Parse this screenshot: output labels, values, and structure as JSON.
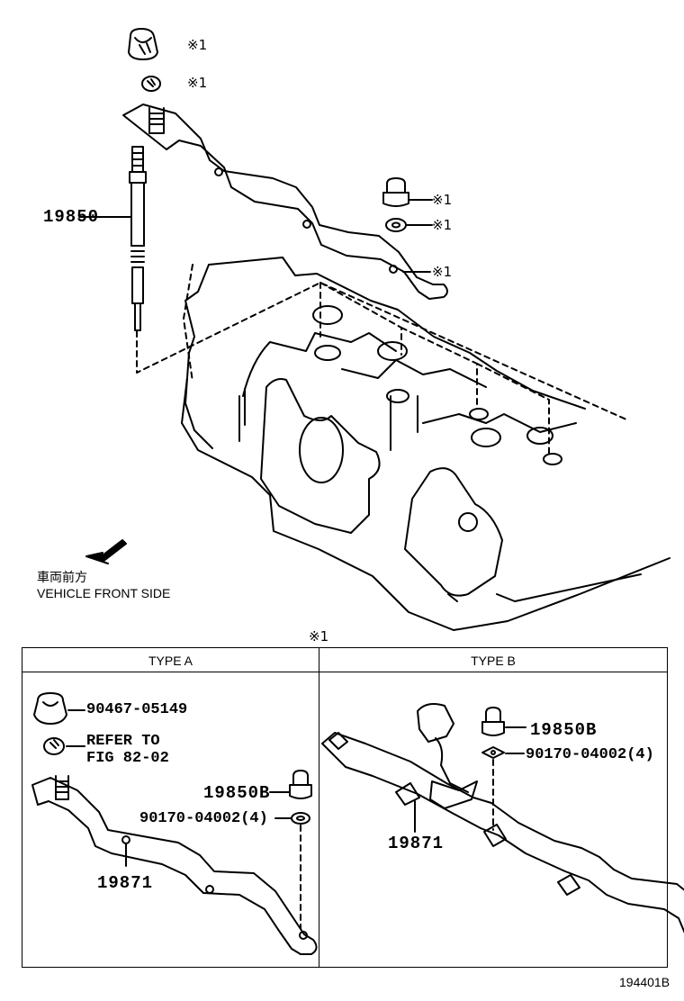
{
  "main": {
    "glow_plug_part": "19850",
    "note_marks": [
      "※1",
      "※1",
      "※1",
      "※1",
      "※1"
    ],
    "front_label_jp": "車両前方",
    "front_label_en": "VEHICLE FRONT SIDE"
  },
  "table": {
    "note_mark": "※1",
    "type_a": {
      "header": "TYPE A",
      "nut_part": "90467-05149",
      "refer_line1": "REFER TO",
      "refer_line2": "FIG 82-02",
      "cap_part": "19850B",
      "washer_part": "90170-04002(4)",
      "plate_part": "19871"
    },
    "type_b": {
      "header": "TYPE B",
      "cap_part": "19850B",
      "washer_part": "90170-04002(4)",
      "plate_part": "19871"
    }
  },
  "footer": {
    "figure_code": "194401B"
  }
}
